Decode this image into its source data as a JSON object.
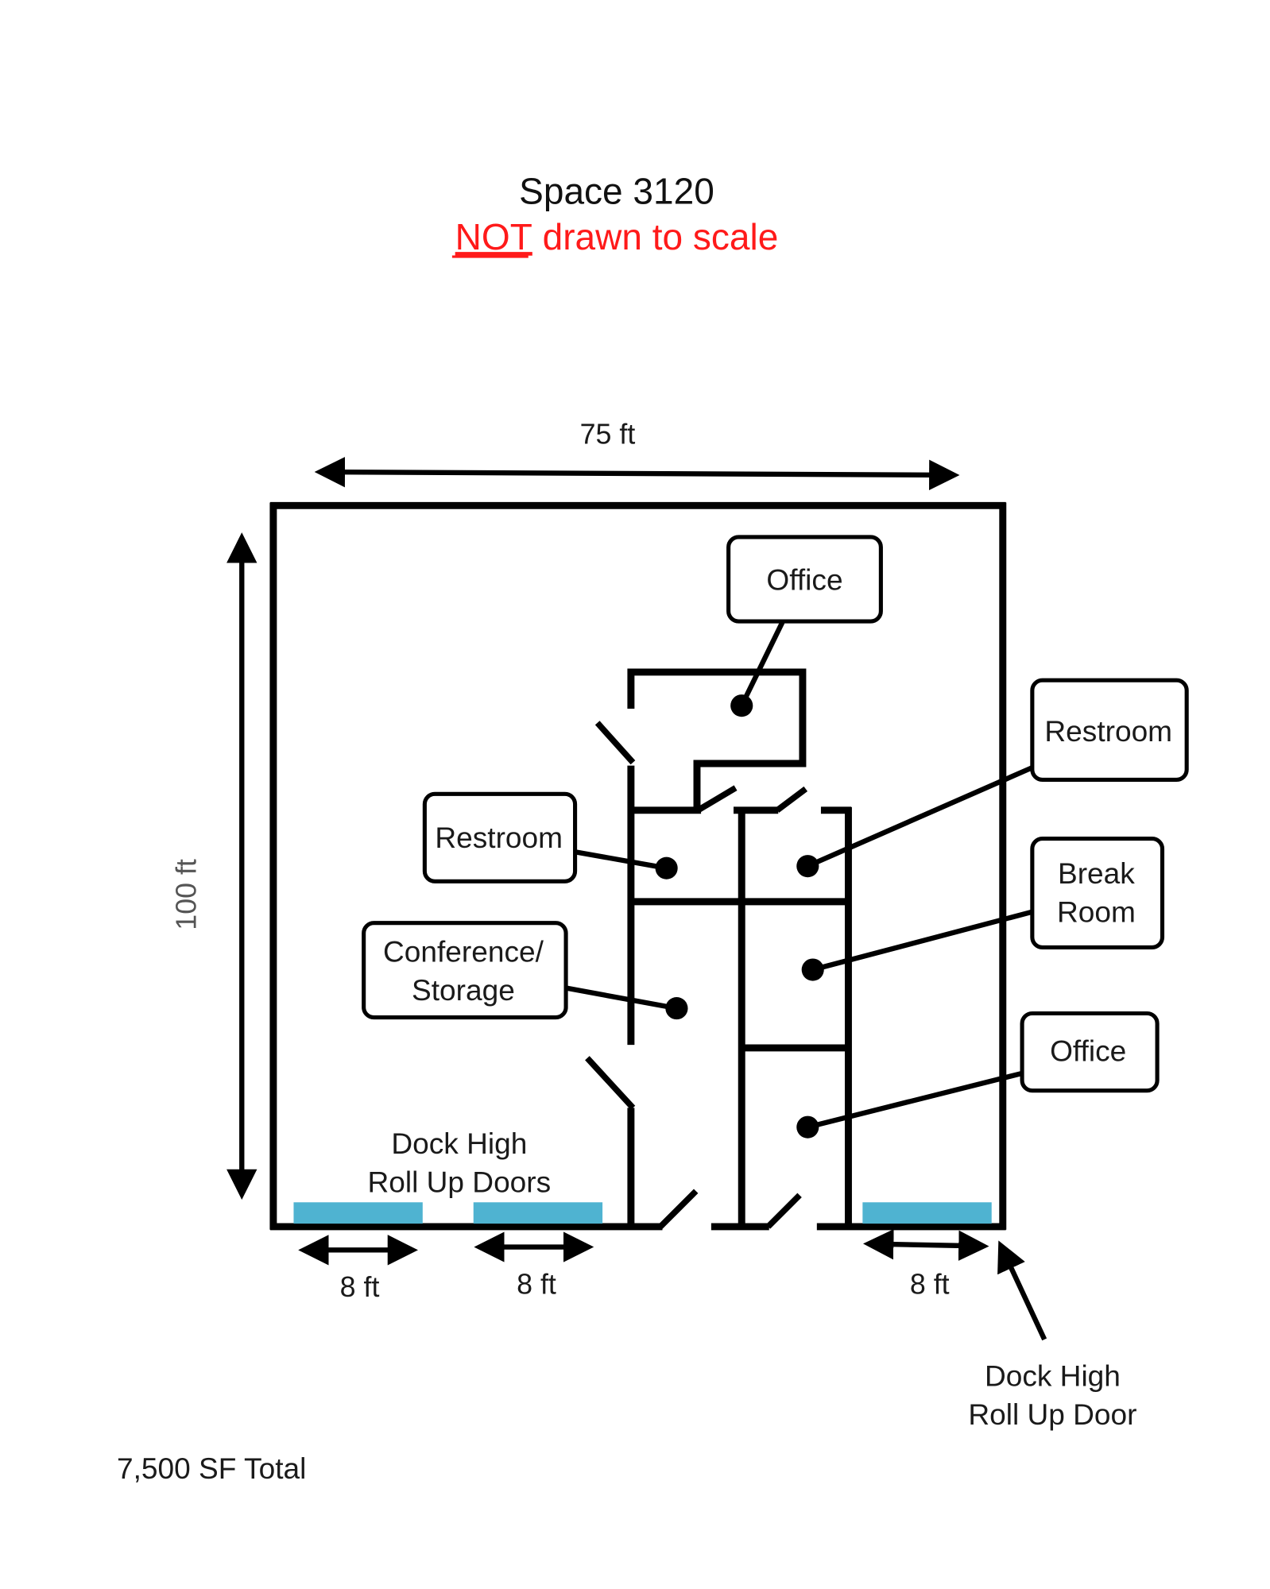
{
  "header": {
    "title": "Space 3120",
    "subtitle_emphasis": "NOT",
    "subtitle_rest": " drawn to scale"
  },
  "colors": {
    "subtitle": "#ff1a1a",
    "roll_up_door": "#4fb3d1",
    "walls": "#000000"
  },
  "dimensions": {
    "width_label": "75 ft",
    "height_label": "100 ft",
    "door_widths": [
      "8 ft",
      "8 ft",
      "8 ft"
    ]
  },
  "rooms": [
    {
      "name": "Office",
      "lines": [
        "Office"
      ]
    },
    {
      "name": "Restroom (right)",
      "lines": [
        "Restroom"
      ]
    },
    {
      "name": "Restroom (left)",
      "lines": [
        "Restroom"
      ]
    },
    {
      "name": "Break Room",
      "lines": [
        "Break",
        "Room"
      ]
    },
    {
      "name": "Conference/Storage",
      "lines": [
        "Conference/",
        "Storage"
      ]
    },
    {
      "name": "Office (lower)",
      "lines": [
        "Office"
      ]
    }
  ],
  "annotations": {
    "doors_left_lines": [
      "Dock High",
      "Roll Up Doors"
    ],
    "door_right_lines": [
      "Dock High",
      "Roll Up Door"
    ]
  },
  "footer": {
    "total_area": "7,500 SF Total"
  }
}
